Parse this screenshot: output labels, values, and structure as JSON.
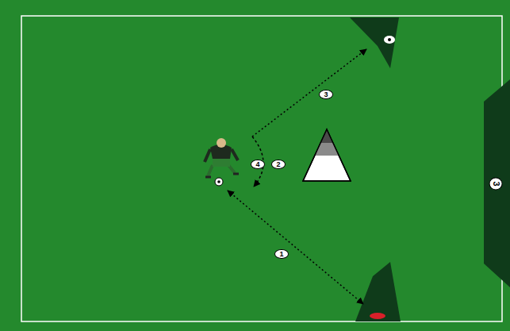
{
  "diagram": {
    "nodes": [
      {
        "text": [
          "3"
        ]
      }
    ],
    "labels": [
      "3",
      "4",
      "2",
      "1"
    ]
  }
}
